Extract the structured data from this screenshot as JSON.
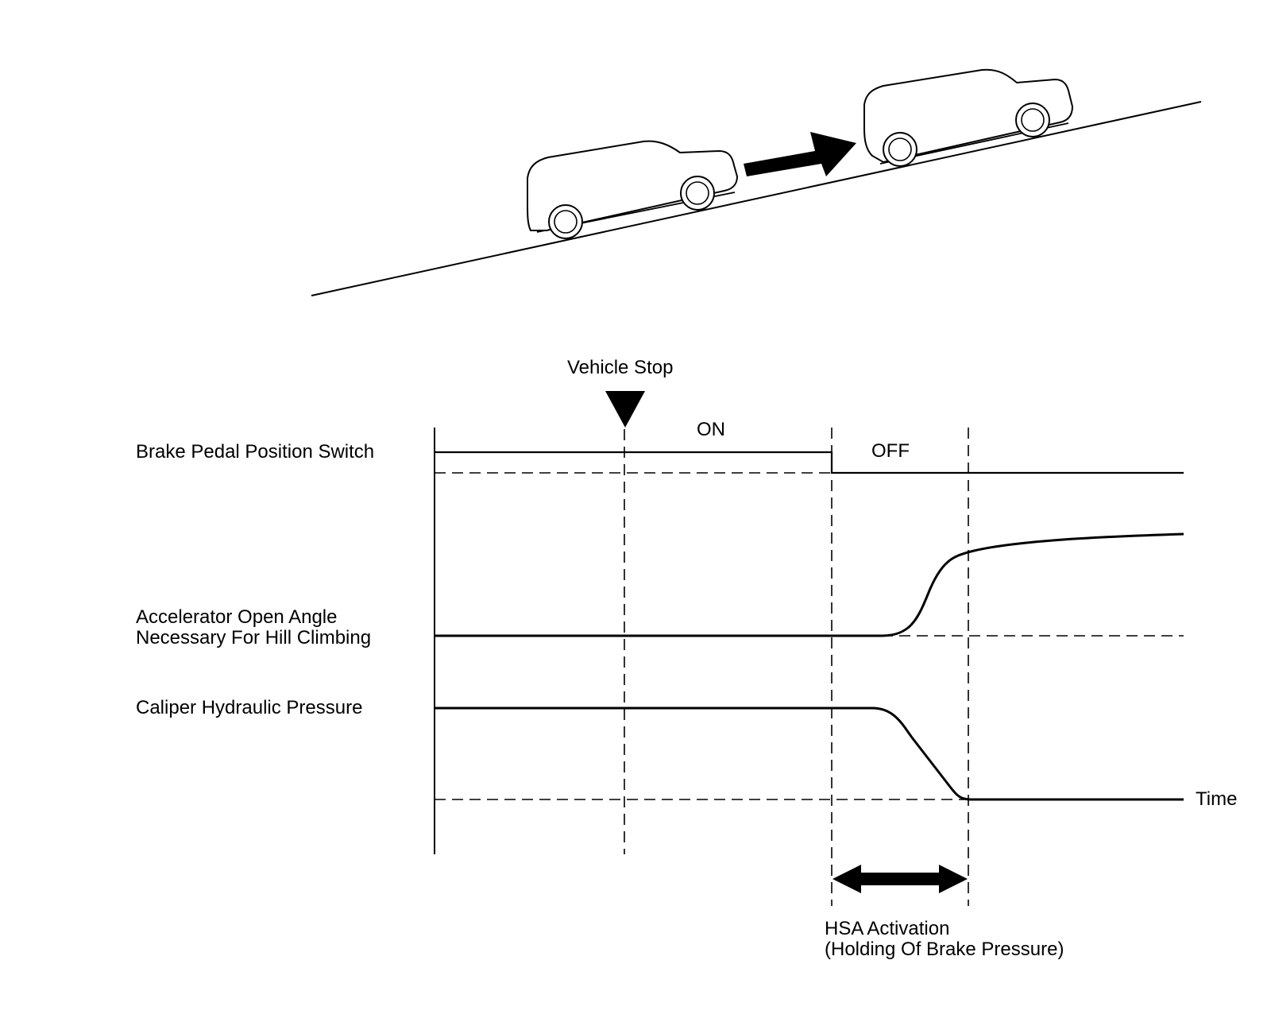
{
  "diagram": {
    "illustration": {
      "vehicles": [
        "vehicle-stopped",
        "vehicle-moving"
      ],
      "arrow": "arrow-right-icon"
    },
    "signals": {
      "brake_pedal_switch": "Brake Pedal Position Switch",
      "accelerator_line1": "Accelerator Open Angle",
      "accelerator_line2": "Necessary For Hill Climbing",
      "caliper_pressure": "Caliper Hydraulic Pressure"
    },
    "markers": {
      "vehicle_stop": "Vehicle Stop",
      "on_label": "ON",
      "off_label": "OFF",
      "time_label": "Time"
    },
    "hsa": {
      "line1": "HSA Activation",
      "line2": "(Holding Of Brake Pressure)"
    }
  }
}
